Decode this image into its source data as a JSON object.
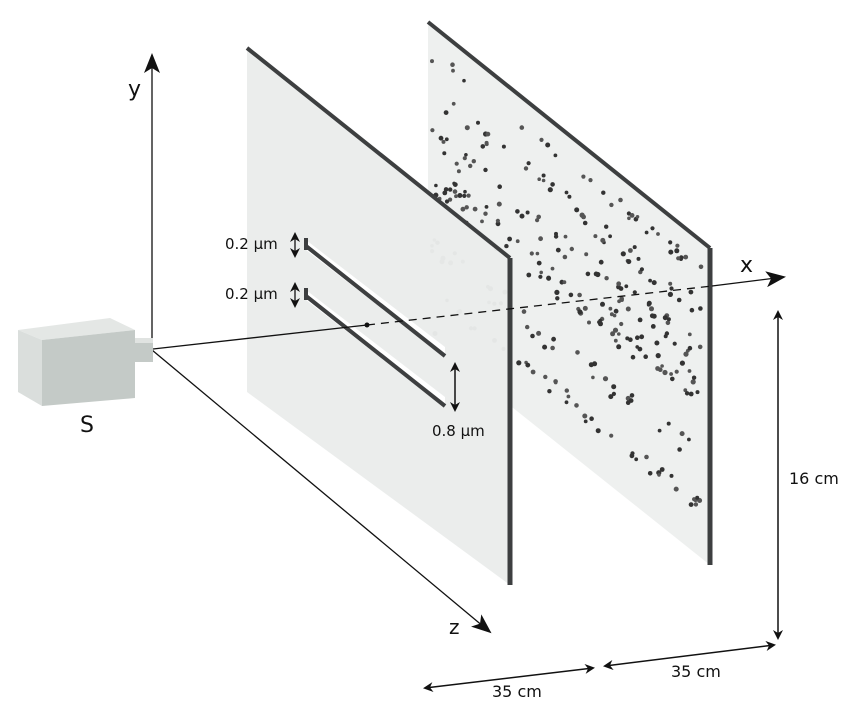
{
  "axes": {
    "x": "x",
    "y": "y",
    "z": "z"
  },
  "source_label": "S",
  "slit_width_top": "0.2 µm",
  "slit_width_bottom": "0.2 µm",
  "slit_separation": "0.8 µm",
  "screen_height": "16 cm",
  "distance_source_to_slits": "35 cm",
  "distance_slits_to_screen": "35 cm",
  "colors": {
    "panel": "#eef0ef",
    "edge": "#3d3f40",
    "source_front": "#c4cac7",
    "source_side": "#dfe3e1"
  }
}
